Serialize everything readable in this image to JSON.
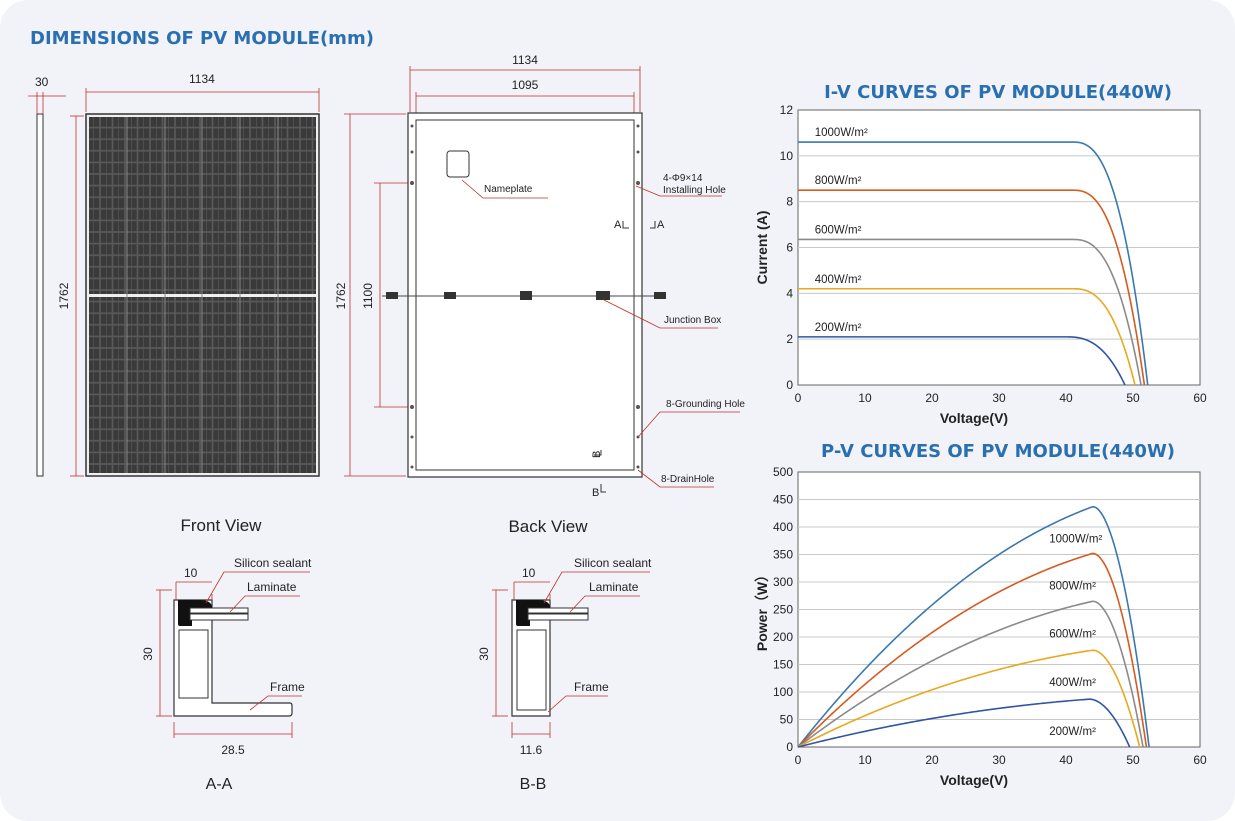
{
  "dimensions": {
    "title": "DIMENSIONS OF PV MODULE(mm)",
    "front": {
      "label": "Front View",
      "thickness": "30",
      "width": "1134",
      "height": "1762"
    },
    "back": {
      "label": "Back View",
      "width_outer": "1134",
      "width_inner": "1095",
      "height": "1762",
      "hole_spacing": "1100",
      "callouts": {
        "nameplate": "Nameplate",
        "installing_hole_line1": "4-Φ9×14",
        "installing_hole_line2": "Installing Hole",
        "junction_box": "Junction Box",
        "grounding_hole": "8-Grounding Hole",
        "drain_hole": "8-DrainHole"
      },
      "section_marks": {
        "a_left": "A",
        "a_right": "A",
        "b_top": "B",
        "b_bottom": "B"
      }
    },
    "section_aa": {
      "label": "A-A",
      "silicon": "Silicon sealant",
      "laminate": "Laminate",
      "frame": "Frame",
      "top_dim": "10",
      "height_dim": "30",
      "bottom_dim": "28.5"
    },
    "section_bb": {
      "label": "B-B",
      "silicon": "Silicon sealant",
      "laminate": "Laminate",
      "frame": "Frame",
      "top_dim": "10",
      "height_dim": "30",
      "bottom_dim": "11.6"
    }
  },
  "colors": {
    "title_blue": "#2a6fb0",
    "curve_1000": "#3a78b0",
    "curve_800": "#d75a1e",
    "curve_600": "#8a8a8a",
    "curve_400": "#e8a820",
    "curve_200": "#2f55a4"
  },
  "chart_data": [
    {
      "type": "line",
      "title": "I-V CURVES OF PV MODULE(440W)",
      "xlabel": "Voltage(V)",
      "ylabel": "Current (A)",
      "xlim": [
        0,
        60
      ],
      "ylim": [
        0,
        12
      ],
      "xticks": [
        0,
        10,
        20,
        30,
        40,
        50,
        60
      ],
      "yticks": [
        0,
        2,
        4,
        6,
        8,
        10,
        12
      ],
      "grid": "horizontal",
      "series": [
        {
          "name": "1000W/m²",
          "isc": 10.6,
          "voc": 52.2,
          "vknee": 41,
          "x": [
            0,
            41,
            48,
            52.2
          ],
          "y": [
            10.6,
            10.6,
            7.0,
            0
          ]
        },
        {
          "name": "800W/m²",
          "isc": 8.5,
          "voc": 51.7,
          "vknee": 41,
          "x": [
            0,
            41,
            47.5,
            51.7
          ],
          "y": [
            8.5,
            8.5,
            5.6,
            0
          ]
        },
        {
          "name": "600W/m²",
          "isc": 6.35,
          "voc": 51.2,
          "vknee": 41,
          "x": [
            0,
            41,
            47,
            51.2
          ],
          "y": [
            6.35,
            6.35,
            4.2,
            0
          ]
        },
        {
          "name": "400W/m²",
          "isc": 4.2,
          "voc": 50.3,
          "vknee": 41,
          "x": [
            0,
            41,
            46.5,
            50.3
          ],
          "y": [
            4.2,
            4.2,
            2.8,
            0
          ]
        },
        {
          "name": "200W/m²",
          "isc": 2.1,
          "voc": 48.8,
          "vknee": 40,
          "x": [
            0,
            40,
            45,
            48.8
          ],
          "y": [
            2.1,
            2.1,
            1.4,
            0
          ]
        }
      ]
    },
    {
      "type": "line",
      "title": "P-V CURVES OF PV MODULE(440W)",
      "xlabel": "Voltage(V)",
      "ylabel": "Power（W）",
      "xlim": [
        0,
        60
      ],
      "ylim": [
        0,
        500
      ],
      "xticks": [
        0,
        10,
        20,
        30,
        40,
        50,
        60
      ],
      "yticks": [
        0,
        50,
        100,
        150,
        200,
        250,
        300,
        350,
        400,
        450,
        500
      ],
      "grid": "horizontal",
      "series": [
        {
          "name": "1000W/m²",
          "vmp": 44,
          "pmax": 437,
          "voc": 52.4,
          "x": [
            0,
            44,
            52.4
          ],
          "y": [
            0,
            437,
            0
          ]
        },
        {
          "name": "800W/m²",
          "vmp": 44,
          "pmax": 352,
          "voc": 52,
          "x": [
            0,
            44,
            52
          ],
          "y": [
            0,
            352,
            0
          ]
        },
        {
          "name": "600W/m²",
          "vmp": 44,
          "pmax": 265,
          "voc": 51.5,
          "x": [
            0,
            44,
            51.5
          ],
          "y": [
            0,
            265,
            0
          ]
        },
        {
          "name": "400W/m²",
          "vmp": 44,
          "pmax": 176,
          "voc": 51,
          "x": [
            0,
            44,
            51
          ],
          "y": [
            0,
            176,
            0
          ]
        },
        {
          "name": "200W/m²",
          "vmp": 43.5,
          "pmax": 87,
          "voc": 49.5,
          "x": [
            0,
            43.5,
            49.5
          ],
          "y": [
            0,
            87,
            0
          ]
        }
      ]
    }
  ]
}
